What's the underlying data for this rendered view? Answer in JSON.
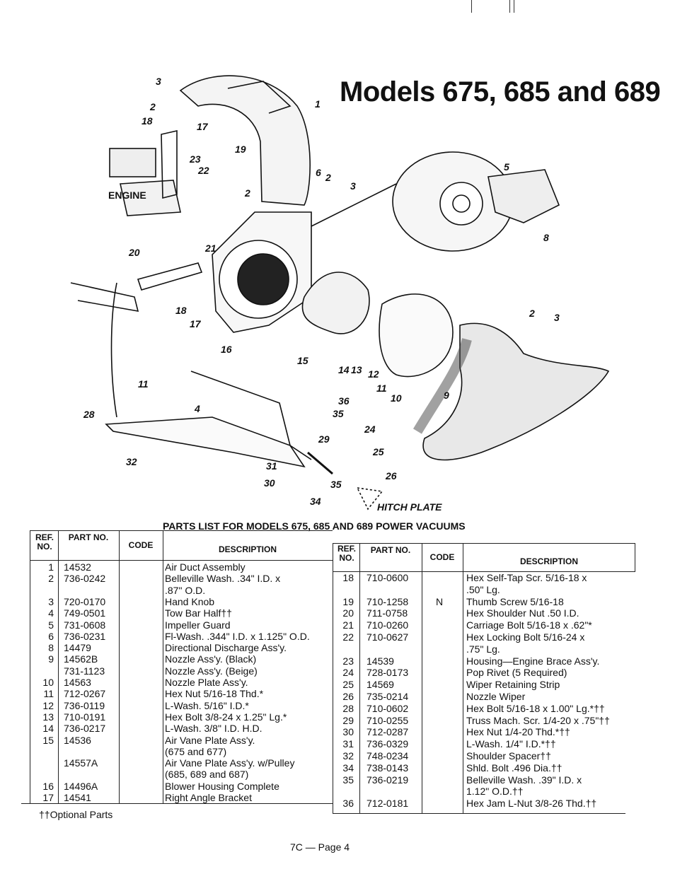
{
  "title": "Models 675, 685 and 689",
  "diagram": {
    "engine_label": "ENGINE",
    "hitch_label": "HITCH PLATE",
    "callouts": [
      "3",
      "2",
      "18",
      "17",
      "23",
      "22",
      "19",
      "1",
      "6",
      "2",
      "3",
      "5",
      "8",
      "20",
      "21",
      "2",
      "18",
      "17",
      "16",
      "15",
      "14",
      "13",
      "12",
      "11",
      "10",
      "2",
      "3",
      "9",
      "11",
      "28",
      "4",
      "36",
      "35",
      "29",
      "24",
      "25",
      "32",
      "31",
      "30",
      "26",
      "35",
      "34"
    ]
  },
  "parts_title": "PARTS LIST FOR MODELS 675, 685 AND 689 POWER VACUUMS",
  "left_headers": {
    "ref": "REF. NO.",
    "part": "PART NO.",
    "code": "CODE",
    "desc": "DESCRIPTION"
  },
  "right_headers": {
    "ref": "REF. NO.",
    "part": "PART NO.",
    "code": "CODE",
    "desc": "DESCRIPTION"
  },
  "left_rows": [
    {
      "ref": "1",
      "part": "14532",
      "desc": "Air Duct Assembly"
    },
    {
      "ref": "2",
      "part": "736-0242",
      "desc": "Belleville Wash. .34\" I.D. x"
    },
    {
      "ref": "",
      "part": "",
      "desc": "   .87\" O.D."
    },
    {
      "ref": "3",
      "part": "720-0170",
      "desc": "Hand Knob"
    },
    {
      "ref": "4",
      "part": "749-0501",
      "desc": "Tow Bar Half††"
    },
    {
      "ref": "5",
      "part": "731-0608",
      "desc": "Impeller Guard"
    },
    {
      "ref": "6",
      "part": "736-0231",
      "desc": "Fl-Wash. .344\" I.D. x 1.125\" O.D."
    },
    {
      "ref": "8",
      "part": "14479",
      "desc": "Directional Discharge Ass'y."
    },
    {
      "ref": "9",
      "part": "14562B",
      "desc": "Nozzle Ass'y. (Black)"
    },
    {
      "ref": "",
      "part": "731-1123",
      "desc": "Nozzle Ass'y. (Beige)"
    },
    {
      "ref": "10",
      "part": "14563",
      "desc": "Nozzle Plate Ass'y."
    },
    {
      "ref": "11",
      "part": "712-0267",
      "desc": "Hex Nut 5/16-18 Thd.*"
    },
    {
      "ref": "12",
      "part": "736-0119",
      "desc": "L-Wash. 5/16\" I.D.*"
    },
    {
      "ref": "13",
      "part": "710-0191",
      "desc": "Hex Bolt 3/8-24 x 1.25\" Lg.*"
    },
    {
      "ref": "14",
      "part": "736-0217",
      "desc": "L-Wash. 3/8\" I.D. H.D."
    },
    {
      "ref": "15",
      "part": "14536",
      "desc": "Air Vane Plate Ass'y."
    },
    {
      "ref": "",
      "part": "",
      "desc": "   (675 and 677)"
    },
    {
      "ref": "",
      "part": "14557A",
      "desc": "Air Vane Plate Ass'y. w/Pulley"
    },
    {
      "ref": "",
      "part": "",
      "desc": "   (685, 689 and 687)"
    },
    {
      "ref": "16",
      "part": "14496A",
      "desc": "Blower Housing Complete"
    },
    {
      "ref": "17",
      "part": "14541",
      "desc": "Right Angle Bracket"
    }
  ],
  "right_rows": [
    {
      "ref": "18",
      "part": "710-0600",
      "code": "",
      "desc": "Hex Self-Tap Scr. 5/16-18 x"
    },
    {
      "ref": "",
      "part": "",
      "code": "",
      "desc": "   .50\" Lg."
    },
    {
      "ref": "19",
      "part": "710-1258",
      "code": "N",
      "desc": "Thumb Screw 5/16-18"
    },
    {
      "ref": "20",
      "part": "711-0758",
      "code": "",
      "desc": "Hex Shoulder Nut .50 I.D."
    },
    {
      "ref": "21",
      "part": "710-0260",
      "code": "",
      "desc": "Carriage Bolt 5/16-18 x .62\"*"
    },
    {
      "ref": "22",
      "part": "710-0627",
      "code": "",
      "desc": "Hex Locking Bolt 5/16-24 x"
    },
    {
      "ref": "",
      "part": "",
      "code": "",
      "desc": "   .75\" Lg."
    },
    {
      "ref": "23",
      "part": "14539",
      "code": "",
      "desc": "Housing—Engine Brace Ass'y."
    },
    {
      "ref": "24",
      "part": "728-0173",
      "code": "",
      "desc": "Pop Rivet (5 Required)"
    },
    {
      "ref": "25",
      "part": "14569",
      "code": "",
      "desc": "Wiper Retaining Strip"
    },
    {
      "ref": "26",
      "part": "735-0214",
      "code": "",
      "desc": "Nozzle Wiper"
    },
    {
      "ref": "28",
      "part": "710-0602",
      "code": "",
      "desc": "Hex Bolt 5/16-18 x 1.00\" Lg.*††"
    },
    {
      "ref": "29",
      "part": "710-0255",
      "code": "",
      "desc": "Truss Mach. Scr. 1/4-20 x .75\"††"
    },
    {
      "ref": "30",
      "part": "712-0287",
      "code": "",
      "desc": "Hex Nut 1/4-20 Thd.*††"
    },
    {
      "ref": "31",
      "part": "736-0329",
      "code": "",
      "desc": "L-Wash. 1/4\" I.D.*††"
    },
    {
      "ref": "32",
      "part": "748-0234",
      "code": "",
      "desc": "Shoulder Spacer††"
    },
    {
      "ref": "34",
      "part": "738-0143",
      "code": "",
      "desc": "Shld. Bolt .496 Dia.††"
    },
    {
      "ref": "35",
      "part": "736-0219",
      "code": "",
      "desc": "Belleville Wash. .39\" I.D. x"
    },
    {
      "ref": "",
      "part": "",
      "code": "",
      "desc": "   1.12\" O.D.††"
    },
    {
      "ref": "36",
      "part": "712-0181",
      "code": "",
      "desc": "Hex Jam L-Nut 3/8-26 Thd.††"
    }
  ],
  "footnote": "††Optional Parts",
  "page": "7C — Page 4"
}
